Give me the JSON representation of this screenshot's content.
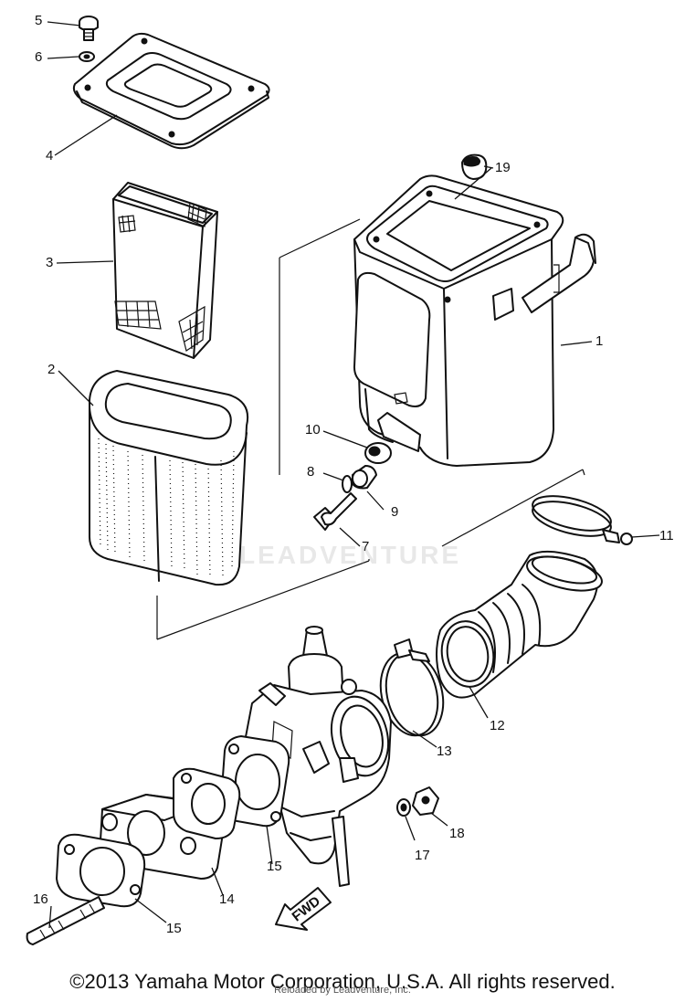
{
  "parts": [
    {
      "id": "p1",
      "label": "1"
    },
    {
      "id": "p2",
      "label": "2"
    },
    {
      "id": "p3",
      "label": "3"
    },
    {
      "id": "p4",
      "label": "4"
    },
    {
      "id": "p5",
      "label": "5"
    },
    {
      "id": "p6",
      "label": "6"
    },
    {
      "id": "p7",
      "label": "7"
    },
    {
      "id": "p8",
      "label": "8"
    },
    {
      "id": "p9",
      "label": "9"
    },
    {
      "id": "p10",
      "label": "10"
    },
    {
      "id": "p11",
      "label": "11"
    },
    {
      "id": "p12",
      "label": "12"
    },
    {
      "id": "p13",
      "label": "13"
    },
    {
      "id": "p14",
      "label": "14"
    },
    {
      "id": "p15a",
      "label": "15"
    },
    {
      "id": "p15b",
      "label": "15"
    },
    {
      "id": "p16",
      "label": "16"
    },
    {
      "id": "p17",
      "label": "17"
    },
    {
      "id": "p18",
      "label": "18"
    },
    {
      "id": "p19",
      "label": "19"
    }
  ],
  "arrow_label": "FWD",
  "watermark": "LEADVENTURE",
  "copyright": "©2013 Yamaha Motor Corporation, U.S.A. All rights reserved.",
  "reloaded_note": "Reloaded by Leadventure, Inc."
}
